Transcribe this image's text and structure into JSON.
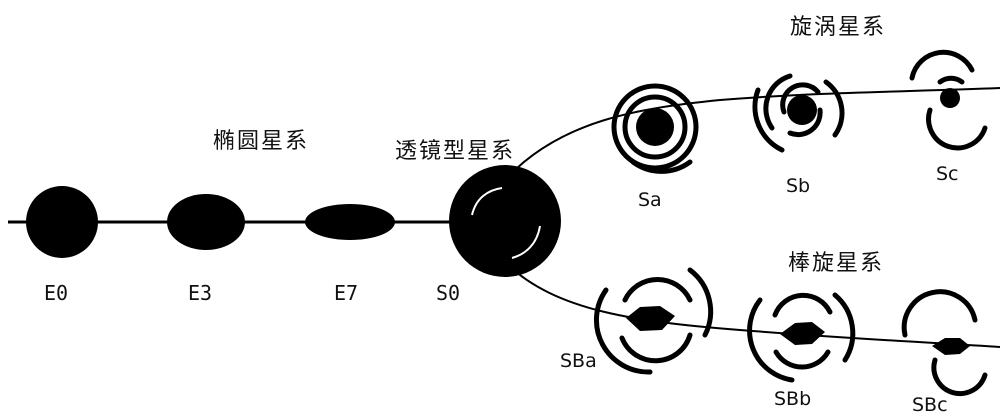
{
  "labels": {
    "E0": "E0",
    "E3": "E3",
    "E7": "E7",
    "S0": "S0",
    "Sa": "Sa",
    "Sb": "Sb",
    "Sc": "Sc",
    "SBa": "SBa",
    "SBb": "SBb",
    "SBc": "SBc"
  },
  "groups": {
    "elliptical": "椭圆星系",
    "lenticular": "透镜型星系",
    "spiral": "旋涡星系",
    "barred_spiral": "棒旋星系"
  }
}
